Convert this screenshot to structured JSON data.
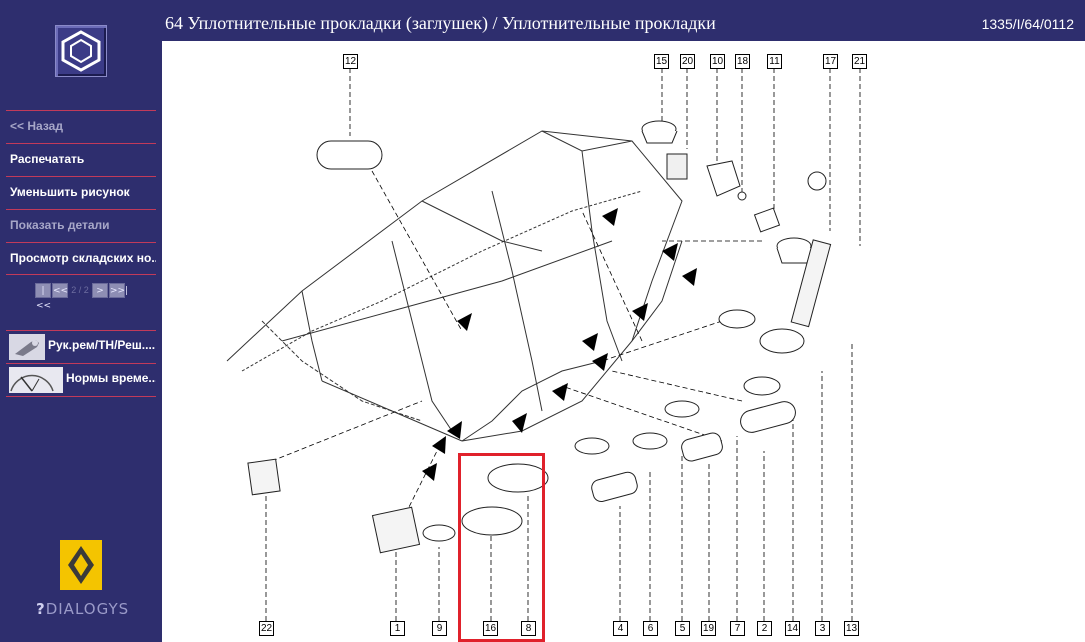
{
  "header": {
    "title": "64 Уплотнительные прокладки (заглушек) / Уплотнительные прокладки",
    "code": "1335/I/64/0112"
  },
  "sidebar": {
    "menu": [
      {
        "label": "<< Назад",
        "enabled": false
      },
      {
        "label": "Распечатать",
        "enabled": true
      },
      {
        "label": "Уменьшить рисунок",
        "enabled": true
      },
      {
        "label": "Показать детали",
        "enabled": false
      },
      {
        "label": "Просмотр складских но...",
        "enabled": true
      }
    ],
    "pager": {
      "first": "|<<",
      "prev": "<<",
      "current": "2 / 2",
      "next": ">",
      "last": ">>|"
    },
    "tools": [
      {
        "label": "Рук.рем/ТН/Реш....",
        "icon": "wrench-icon"
      },
      {
        "label": "Нормы време...",
        "icon": "clock-icon"
      }
    ],
    "brand": "DIALOGYS"
  },
  "diagram": {
    "callouts": [
      "12",
      "15",
      "20",
      "10",
      "18",
      "11",
      "17",
      "21",
      "22",
      "1",
      "9",
      "16",
      "8",
      "4",
      "6",
      "5",
      "19",
      "7",
      "2",
      "14",
      "3",
      "13"
    ],
    "highlight_color": "#e0212b"
  }
}
